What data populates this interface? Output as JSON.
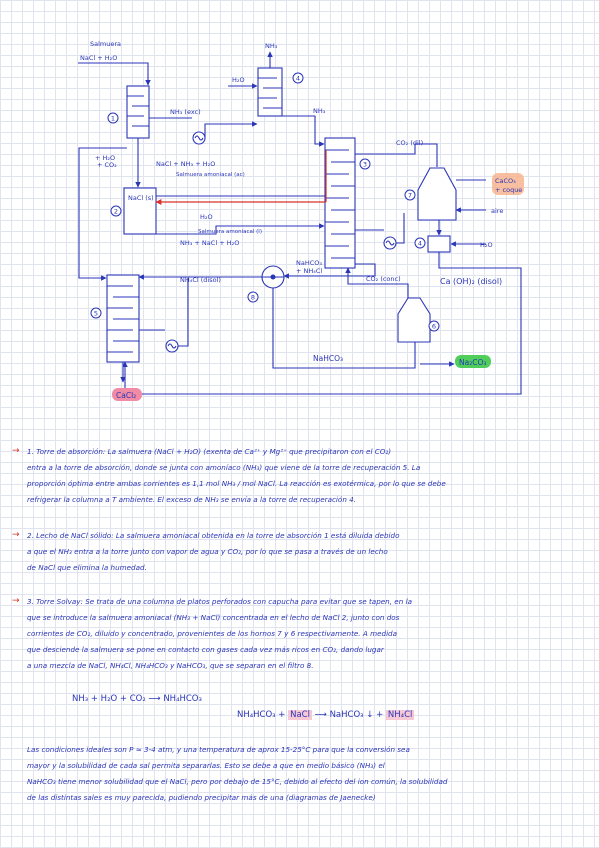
{
  "diagram": {
    "labels": {
      "salmuera": "Salmuera",
      "feed": "NaCl + H₂O",
      "nh3_top": "NH₃",
      "h2o_tower4": "H₂O",
      "nh3_mid": "NH₃",
      "nh3_exc": "NH₃ (exc)",
      "h2o_co2": "+ H₂O\n+ CO₂",
      "brine_mix": "NaCl + NH₃ + H₂O",
      "salmuera_amoniacal_ac": "Salmuera amoniacal (ac)",
      "nacl_s": "NaCl (s)",
      "h2o_bed": "H₂O",
      "salmuera_amoniacal_l": "Salmuera amoniacal (l)",
      "mix_out": "NH₃ + NaCl + H₂O",
      "co2_dil": "CO₂ (dil)",
      "caco3": "CaCO₃\n+ coque",
      "aire": "aire",
      "h2o_4": "H₂O",
      "caoh2": "Ca (OH)₂ (disol)",
      "nh4cl": "NH₄Cl (disol)",
      "nahco3_top": "NaHCO₃\n+ NH₄Cl",
      "co2_conc": "CO₂ (conc)",
      "nahco3_bot": "NaHCO₃",
      "na2co3": "Na₂CO₃",
      "cacl2": "CaCl₂",
      "n1": "1",
      "n2": "2",
      "n3": "3",
      "n4": "4",
      "n5": "5",
      "n6": "6",
      "n7": "7",
      "n8": "8",
      "n9": "4"
    },
    "colors": {
      "ink": "#2a35b8",
      "red": "#d8322b",
      "green": "#4fcf5a",
      "pink": "#f08aa5"
    }
  },
  "notes": {
    "p1": [
      "1. Torre de absorción: La salmuera (NaCl + H₂O) (exenta de Ca²⁺ y Mg²⁺ que precipitaron con el CO₂)",
      "entra a la torre de absorción, donde se junta con amoníaco (NH₃) que viene de la torre de recuperación 5. La",
      "proporción óptima entre ambas corrientes es 1,1 mol NH₃ / mol NaCl. La reacción es exotérmica, por lo que se debe",
      "refrigerar la columna a T ambiente. El exceso de NH₃ se envía a la torre de recuperación 4."
    ],
    "p2": [
      "2. Lecho de NaCl sólido: La salmuera amoniacal obtenida en la torre de absorción 1 está diluida debido",
      "a que el NH₃ entra a la torre junto con vapor de agua y CO₂, por lo que se pasa a través de un lecho",
      "de NaCl que elimina la humedad."
    ],
    "p3": [
      "3. Torre Solvay: Se trata de una columna de platos perforados con capucha para evitar que se tapen, en la",
      "que se introduce la salmuera amoniacal (NH₃ + NaCl) concentrada en el lecho de NaCl 2, junto con dos",
      "corrientes de CO₂, diluido y concentrado, provenientes de los hornos 7 y 6 respectivamente. A medida",
      "que desciende la salmuera se pone en contacto con gases cada vez más ricos en CO₂, dando lugar",
      "a una mezcla de NaCl, NH₄Cl, NH₄HCO₃ y NaHCO₃, que se separan en el filtro 8."
    ],
    "eq1": "NH₃  +  H₂O  +  CO₂  ⟶  NH₄HCO₃",
    "eq2_a": "NH₄HCO₃  +  ",
    "eq2_nacl": "NaCl",
    "eq2_b": "  ⟶  NaHCO₃ ↓  +  ",
    "eq2_nh4cl": "NH₄Cl",
    "p4": [
      "Las condiciones ideales son P ≈ 3-4 atm, y una temperatura de aprox 15-25°C para que la conversión sea",
      "mayor y la solubilidad de cada sal permita separarlas. Esto se debe a que en medio básico (NH₃) el",
      "NaHCO₃ tiene menor solubilidad que el NaCl, pero por debajo de 15°C, debido al efecto del ion común, la solubilidad",
      "de las distintas sales es muy parecida, pudiendo precipitar más de una (diagramas de Jaenecke)"
    ]
  }
}
